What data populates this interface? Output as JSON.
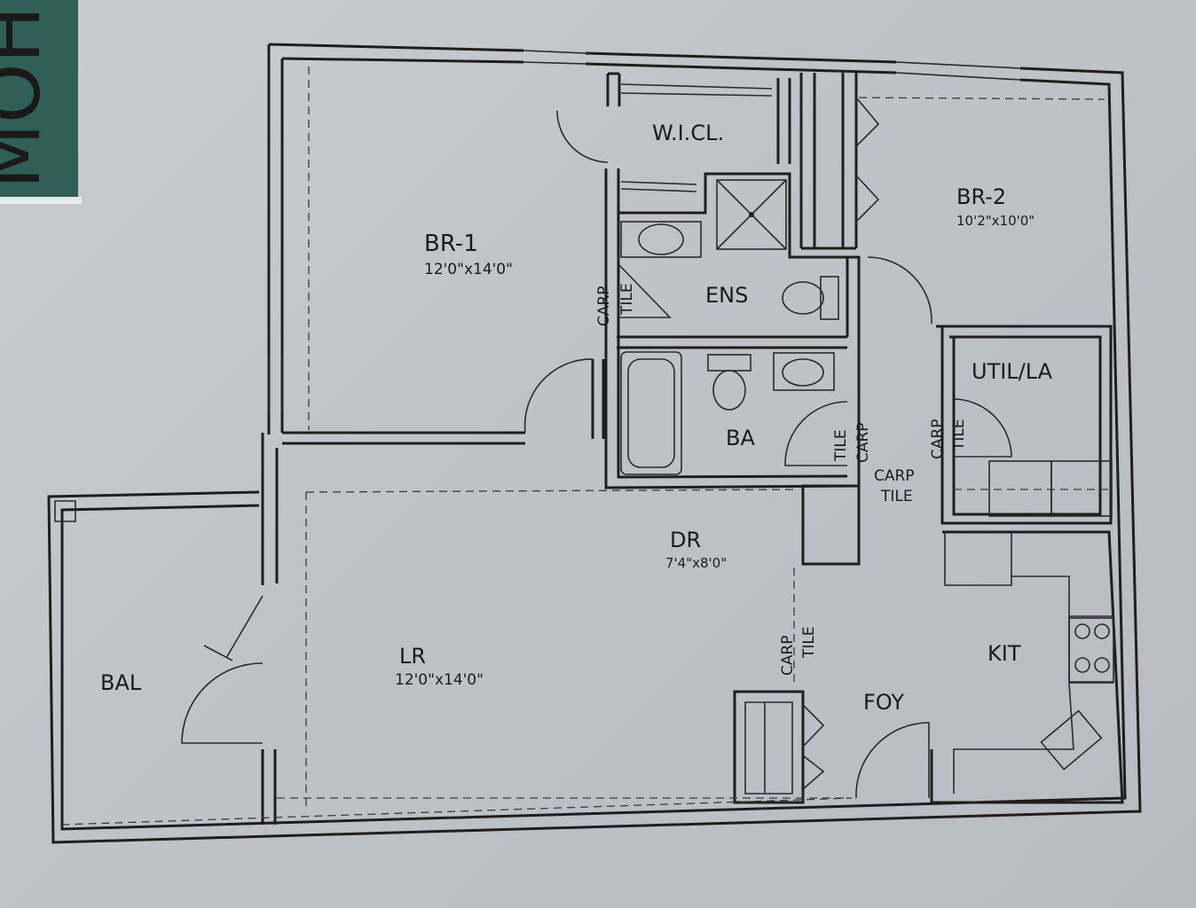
{
  "banner": {
    "text": "MOH",
    "color": "#2f5f57"
  },
  "rooms": {
    "br1": {
      "name": "BR-1",
      "size": "12'0\"x14'0\""
    },
    "br2": {
      "name": "BR-2",
      "size": "10'2\"x10'0\""
    },
    "wicl": {
      "name": "W.I.CL."
    },
    "ens": {
      "name": "ENS"
    },
    "ba": {
      "name": "BA"
    },
    "util": {
      "name": "UTIL/LA"
    },
    "dr": {
      "name": "DR",
      "size": "7'4\"x8'0\""
    },
    "lr": {
      "name": "LR",
      "size": "12'0\"x14'0\""
    },
    "kit": {
      "name": "KIT"
    },
    "foy": {
      "name": "FOY"
    },
    "bal": {
      "name": "BAL"
    }
  },
  "floor_marks": {
    "carp": "CARP",
    "tile": "TILE"
  },
  "colors": {
    "ink": "#1e1e1e",
    "paper": "#c4c8cd"
  }
}
